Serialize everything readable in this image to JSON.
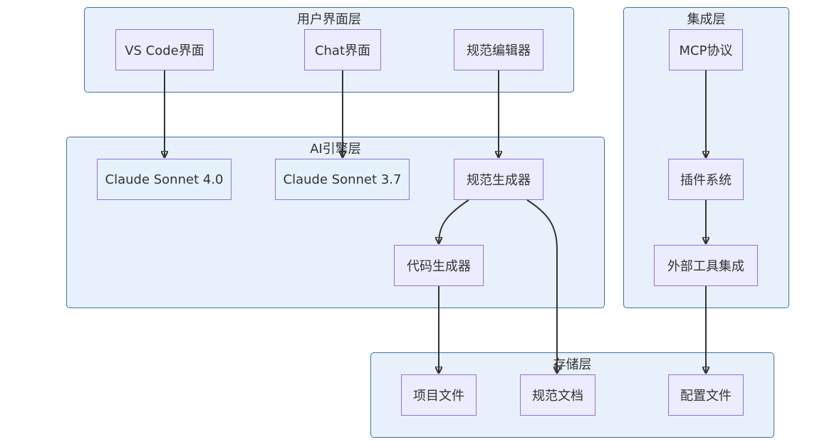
{
  "groups": {
    "ui": "用户界面层",
    "ai": "AI引擎层",
    "integration": "集成层",
    "storage": "存储层"
  },
  "nodes": {
    "vscode": "VS Code界面",
    "chat": "Chat界面",
    "spec_editor": "规范编辑器",
    "claude4": "Claude Sonnet 4.0",
    "claude37": "Claude Sonnet 3.7",
    "spec_gen": "规范生成器",
    "code_gen": "代码生成器",
    "mcp": "MCP协议",
    "plugin": "插件系统",
    "external": "外部工具集成",
    "project_files": "项目文件",
    "spec_docs": "规范文档",
    "config_files": "配置文件"
  },
  "edges": [
    {
      "from": "vscode",
      "to": "claude4"
    },
    {
      "from": "chat",
      "to": "claude37"
    },
    {
      "from": "spec_editor",
      "to": "spec_gen"
    },
    {
      "from": "spec_gen",
      "to": "code_gen"
    },
    {
      "from": "spec_gen",
      "to": "spec_docs"
    },
    {
      "from": "code_gen",
      "to": "project_files"
    },
    {
      "from": "mcp",
      "to": "plugin"
    },
    {
      "from": "plugin",
      "to": "external"
    },
    {
      "from": "external",
      "to": "config_files"
    }
  ],
  "colors": {
    "group_fill": "#e8f1fb",
    "group_border": "#3f6fa5",
    "node_fill": "#ececff",
    "node_border": "#9370db",
    "edge": "#333333"
  }
}
